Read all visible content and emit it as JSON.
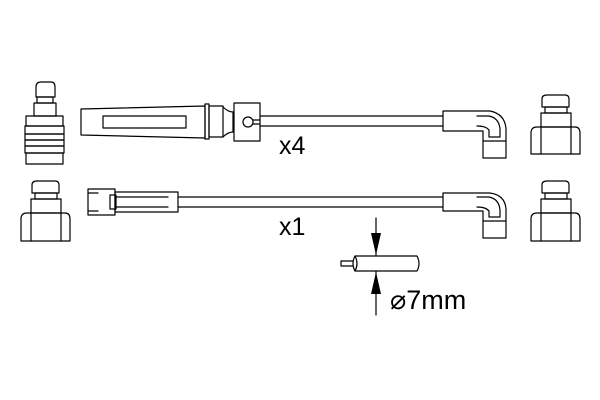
{
  "diagram": {
    "type": "ignition-cable-set",
    "cables": [
      {
        "id": "cable-long-boot",
        "quantity_label": "x4"
      },
      {
        "id": "cable-short-boot",
        "quantity_label": "x1"
      }
    ],
    "diameter": {
      "symbol": "⌀",
      "value_label": "7mm"
    },
    "colors": {
      "line": "#000000",
      "background": "#ffffff"
    }
  }
}
